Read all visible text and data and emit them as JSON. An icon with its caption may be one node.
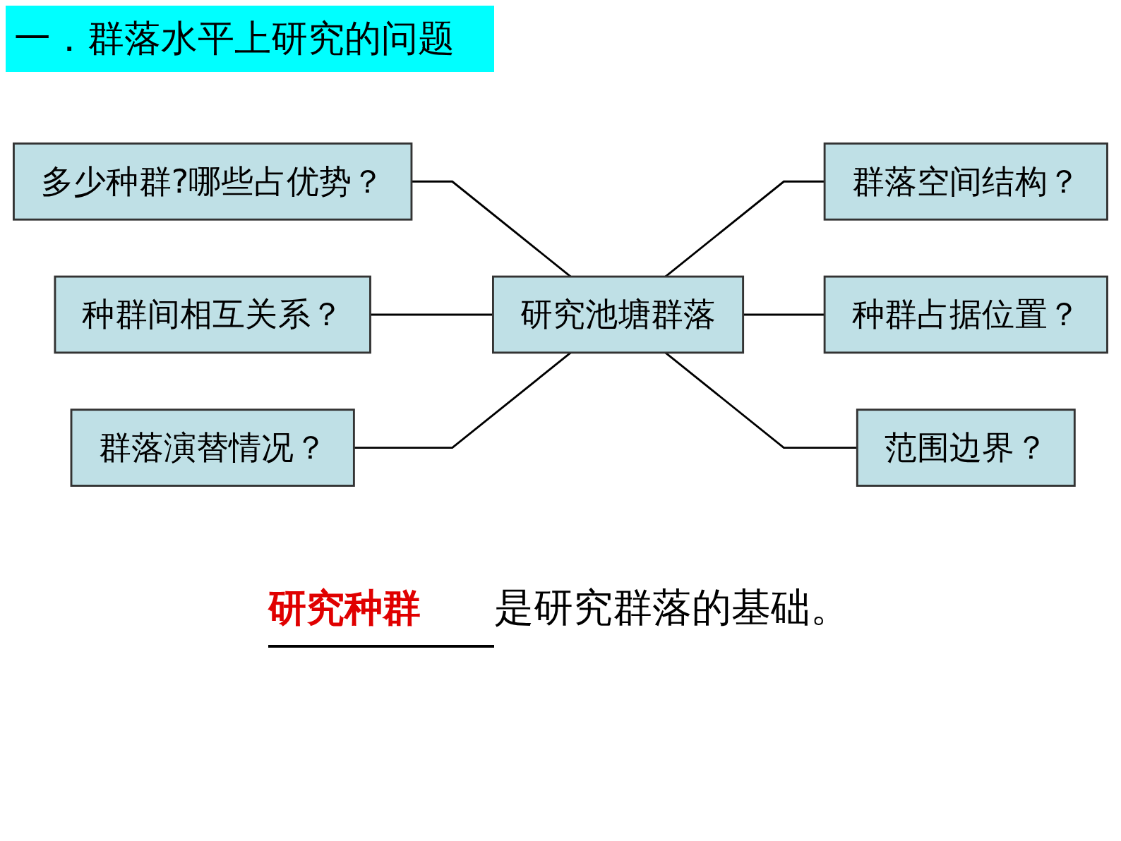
{
  "diagram": {
    "title": "一．群落水平上研究的问题",
    "nodes": [
      {
        "text": [
          "多少种群?哪些占优势？"
        ]
      },
      {
        "text": [
          "群落空间结构？"
        ]
      },
      {
        "text": [
          "种群间相互关系？"
        ]
      },
      {
        "text": [
          "研究池塘群落"
        ]
      },
      {
        "text": [
          "种群占据位置？"
        ]
      },
      {
        "text": [
          "群落演替情况？"
        ]
      },
      {
        "text": [
          "范围边界？"
        ]
      }
    ],
    "edges": [
      {
        "from": 0,
        "to": 3,
        "arrow": "none"
      },
      {
        "from": 2,
        "to": 3,
        "arrow": "none"
      },
      {
        "from": 5,
        "to": 3,
        "arrow": "none"
      },
      {
        "from": 3,
        "to": 1,
        "arrow": "none"
      },
      {
        "from": 3,
        "to": 4,
        "arrow": "none"
      },
      {
        "from": 3,
        "to": 6,
        "arrow": "none"
      }
    ],
    "labels": [
      "研究种群",
      "是研究群落的基础。"
    ]
  }
}
